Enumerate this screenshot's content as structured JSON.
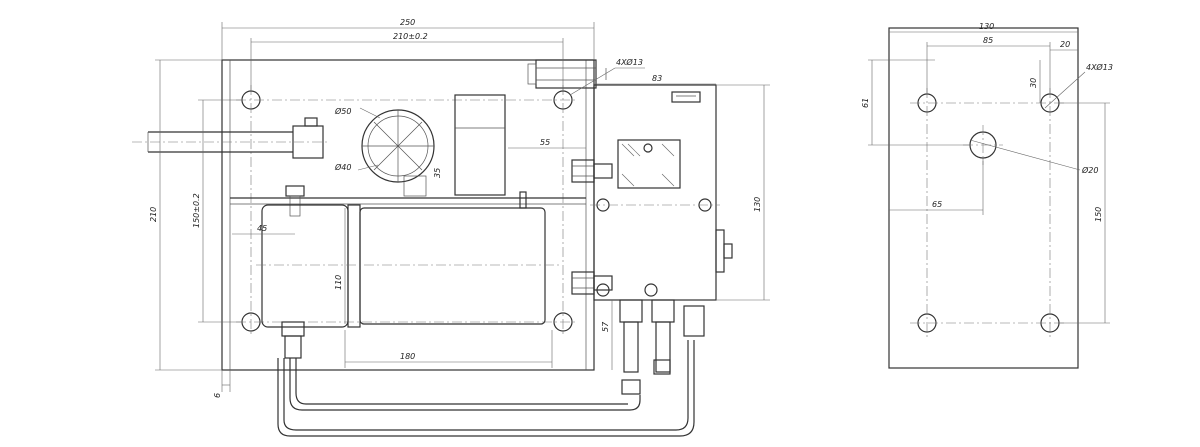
{
  "front_view": {
    "dims": {
      "overall_width": "250",
      "hole_spacing": "210±0.2",
      "overall_height": "210",
      "hole_height": "150±0.2",
      "bolt_offset": "45",
      "motor_length": "180",
      "motor_dia": "110",
      "pipe_offset": "55",
      "valve_width": "83",
      "valve_height": "130",
      "outlet_height": "57",
      "gauge_dia": "Ø50",
      "gauge_inner": "Ø40",
      "gauge_offset": "35",
      "base_thk": "6",
      "mount_holes": "4XØ13"
    }
  },
  "side_view": {
    "dims": {
      "plate_width": "130",
      "hole_x": "85",
      "edge_offset": "20",
      "top_offset": "30",
      "height_61": "61",
      "center_hole": "Ø20",
      "center_x": "65",
      "hole_y": "150",
      "mount_holes": "4XØ13"
    }
  },
  "colors": {
    "line": "#333333",
    "dim": "#666666",
    "background": "#ffffff"
  }
}
